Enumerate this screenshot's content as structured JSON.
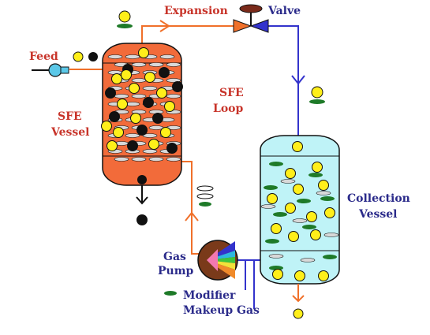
{
  "labels": {
    "feed": "Feed",
    "expansion": "Expansion",
    "valve": "Valve",
    "sfe_vessel_line1": "SFE",
    "sfe_vessel_line2": "Vessel",
    "sfe_loop_line1": "SFE",
    "sfe_loop_line2": "Loop",
    "collection_line1": "Collection",
    "collection_line2": "Vessel",
    "gas_line1": "Gas",
    "gas_line2": "Pump",
    "modifier": "Modifier",
    "makeup_gas": "Makeup Gas"
  },
  "colors": {
    "sfe_vessel_fill": "#f26b3a",
    "collection_fill": "#bff3f7",
    "orange_line": "#f0702a",
    "blue_line": "#3333cc",
    "label_red": "#c8342a",
    "label_blue": "#2a2a8a",
    "particle_yellow": "#ffef1a",
    "particle_black": "#111111",
    "modifier_green": "#1e7a28"
  }
}
